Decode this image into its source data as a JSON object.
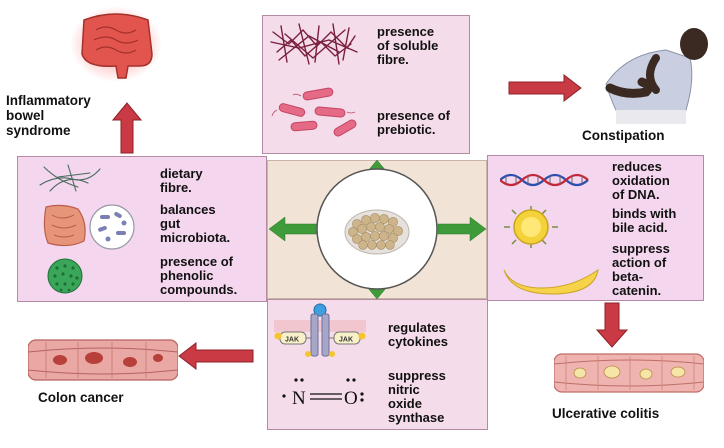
{
  "top_panel": {
    "items": [
      {
        "text": "presence\nof soluble\nfibre.",
        "icon": "fibre-network-icon"
      },
      {
        "text": "presence of\nprebiotic.",
        "icon": "bacteria-icon"
      }
    ]
  },
  "left_panel": {
    "items": [
      {
        "text": "dietary\nfibre.",
        "icon": "fibre-strands-icon"
      },
      {
        "text": "balances\ngut\nmicrobiota.",
        "icon": "intestine-microbiota-icon"
      },
      {
        "text": "presence of\nphenolic\ncompounds.",
        "icon": "phenolic-sphere-icon"
      }
    ]
  },
  "right_panel": {
    "items": [
      {
        "text": "reduces\noxidation\nof DNA.",
        "icon": "dna-icon"
      },
      {
        "text": "binds with\nbile acid.",
        "icon": "bile-acid-icon"
      },
      {
        "text": "suppress\naction of\nbeta-\ncatenin.",
        "icon": "banana-shape-icon"
      }
    ]
  },
  "bottom_panel": {
    "items": [
      {
        "text": "regulates\ncytokines",
        "icon": "jak-receptor-icon"
      },
      {
        "text": "suppress\nnitric\noxide\nsynthase",
        "icon": "nitric-oxide-icon"
      }
    ],
    "jak_left": "JAK",
    "jak_right": "JAK",
    "no_n": "N",
    "no_o": "O"
  },
  "outcomes": {
    "ibs": "Inflammatory\nbowel\nsyndrome",
    "constipation": "Constipation",
    "colon_cancer": "Colon cancer",
    "ulcerative_colitis": "Ulcerative colitis"
  },
  "colors": {
    "green_arrow": "#3f9a3a",
    "red_arrow": "#c93a44",
    "panel_border": "#b58aa3",
    "panel_fill": "#f6dff0",
    "chickpea": "#cdb48a"
  }
}
